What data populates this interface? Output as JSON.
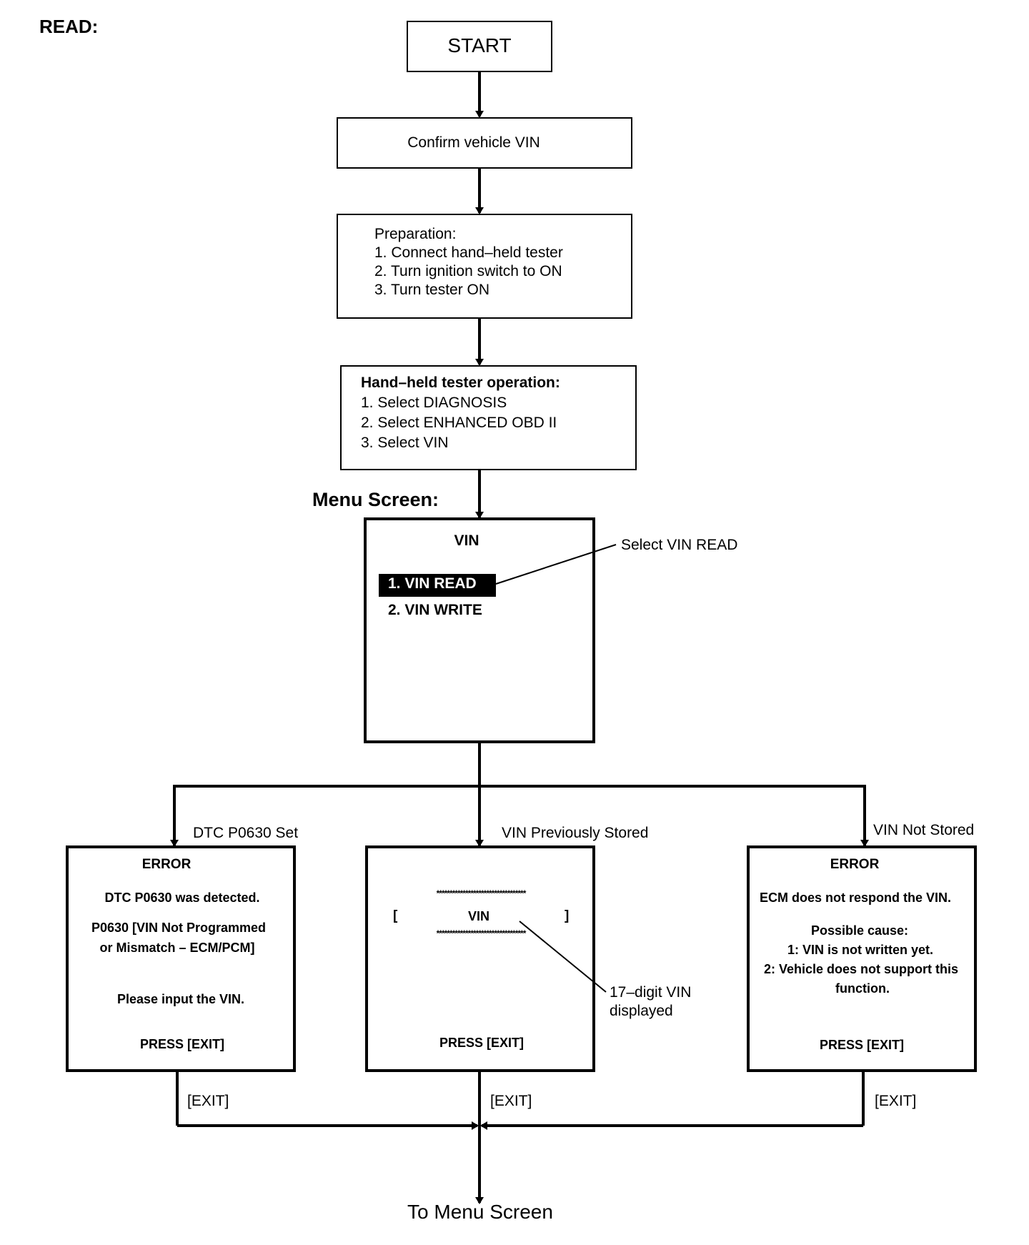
{
  "page_heading": "READ:",
  "start_label": "START",
  "confirm_label": "Confirm vehicle VIN",
  "preparation": {
    "title": "Preparation:",
    "steps": [
      "1. Connect hand–held tester",
      "2. Turn ignition switch to ON",
      "3. Turn tester ON"
    ]
  },
  "tester_operation": {
    "title": "Hand–held tester operation:",
    "steps": [
      "1. Select DIAGNOSIS",
      "2. Select ENHANCED OBD II",
      "3. Select VIN"
    ]
  },
  "menu_screen": {
    "label": "Menu Screen:",
    "title": "VIN",
    "option1": "1. VIN READ",
    "option2": "2. VIN WRITE",
    "callout": "Select VIN READ"
  },
  "branches": {
    "left_label": "DTC P0630 Set",
    "center_label": "VIN Previously Stored",
    "right_label": "VIN Not Stored"
  },
  "left_screen": {
    "title": "ERROR",
    "line1": "DTC P0630 was detected.",
    "line2": "P0630  [VIN Not Programmed",
    "line3": "or Mismatch – ECM/PCM]",
    "line4": "Please input the VIN.",
    "press": "PRESS [EXIT]"
  },
  "center_screen": {
    "stars": "**********************************",
    "bracket_open": "[",
    "vin": "VIN",
    "bracket_close": "]",
    "press": "PRESS [EXIT]",
    "callout_line1": "17–digit VIN",
    "callout_line2": "displayed"
  },
  "right_screen": {
    "title": "ERROR",
    "line1": "ECM does not respond the VIN.",
    "line2": "Possible cause:",
    "line3": "1: VIN is not written yet.",
    "line4": "2: Vehicle does not support this",
    "line5": "function.",
    "press": "PRESS [EXIT]"
  },
  "exit_labels": [
    "[EXIT]",
    "[EXIT]",
    "[EXIT]"
  ],
  "footer": "To Menu Screen"
}
